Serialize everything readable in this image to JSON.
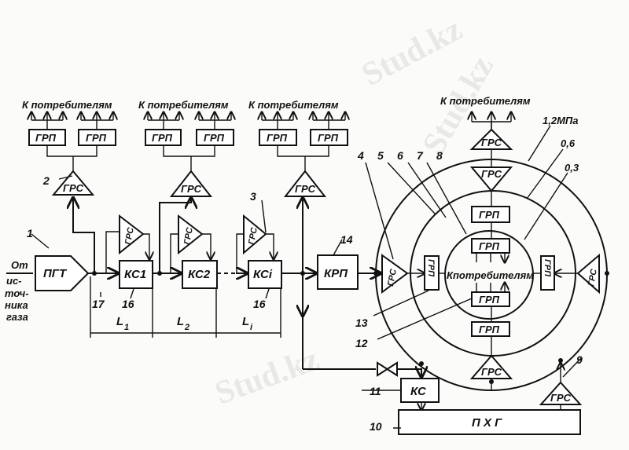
{
  "watermark": "Stud.kz",
  "consumers": "К потребителям",
  "consumers_tight": "Кпотребителям",
  "source": [
    "От",
    "ис-",
    "точ-",
    "ника",
    "газа"
  ],
  "units": {
    "pgt": "ПГТ",
    "grs": "ГРС",
    "grp": "ГРП",
    "kc1": "КС1",
    "kc2": "КС2",
    "kci": "КСi",
    "krp": "КРП",
    "kc": "КС",
    "phg": "П Х Г"
  },
  "pressures": {
    "p1": "1,2МПа",
    "p2": "0,6",
    "p3": "0,3"
  },
  "distances": {
    "l1": "L",
    "l1s": "1",
    "l2": "L",
    "l2s": "2",
    "li": "L",
    "lis": "i"
  },
  "numbers": [
    "1",
    "2",
    "3",
    "4",
    "5",
    "6",
    "7",
    "8",
    "9",
    "10",
    "11",
    "12",
    "13",
    "14",
    "16",
    "16",
    "17"
  ]
}
